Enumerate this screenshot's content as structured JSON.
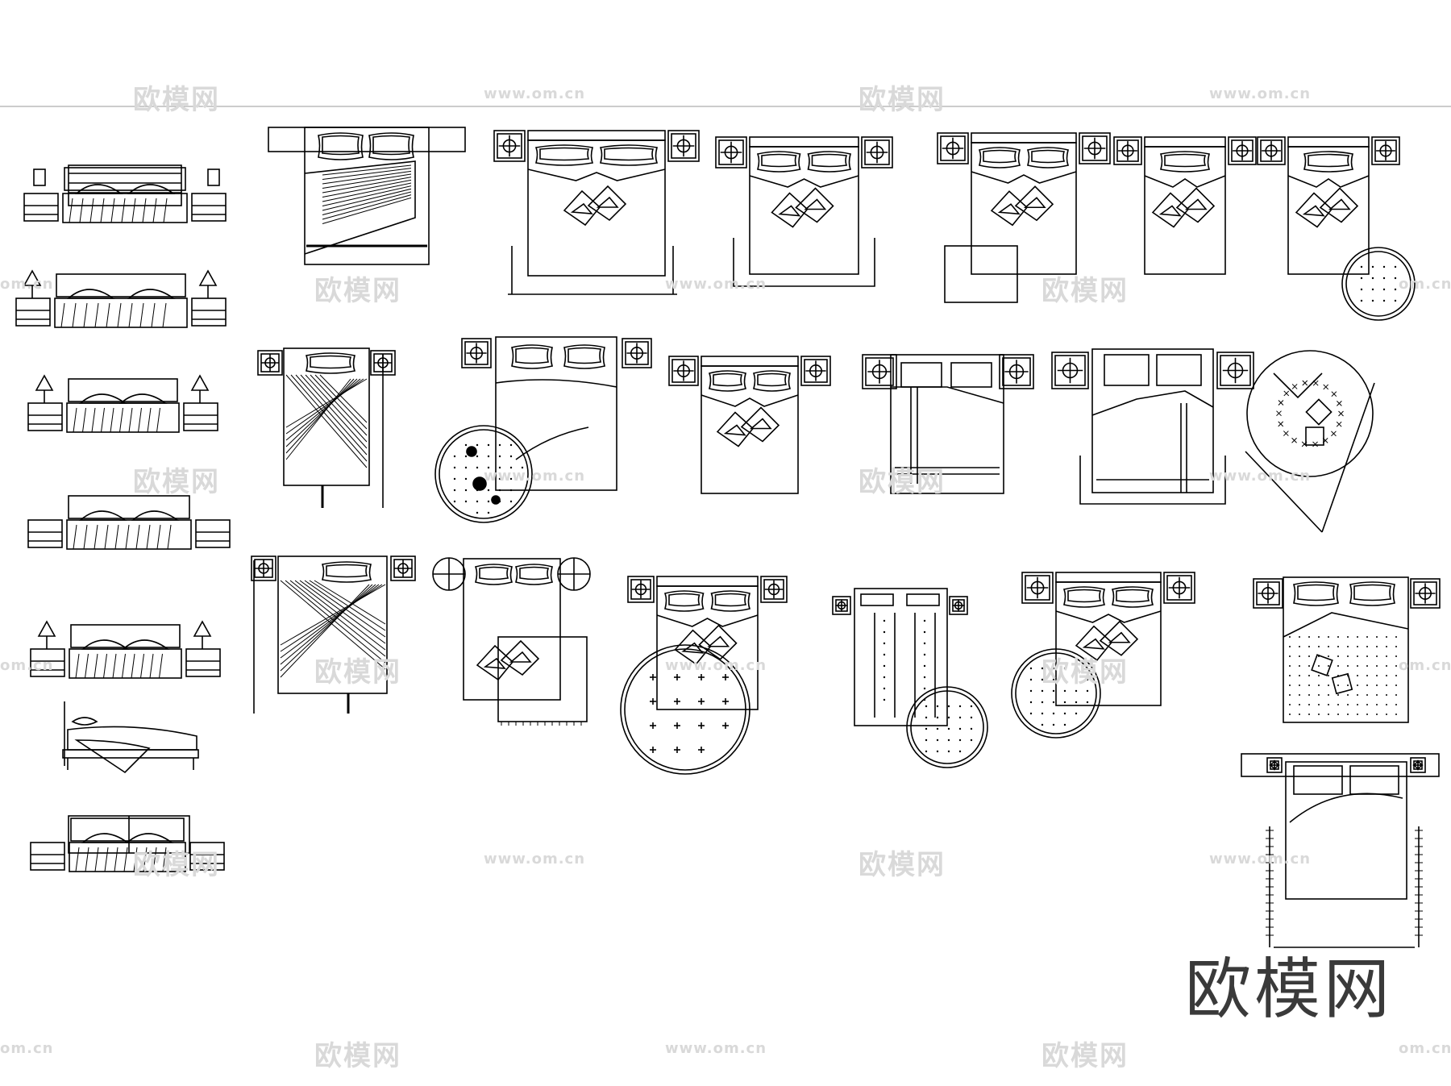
{
  "watermark": {
    "logo_text": "欧模网",
    "url_text": "www.om.cn",
    "url_partial": "om.cn",
    "color": "#d9d9d9"
  },
  "brand_mark": "欧模网",
  "colors": {
    "line": "#000000",
    "background": "#ffffff",
    "rule": "#999999"
  }
}
